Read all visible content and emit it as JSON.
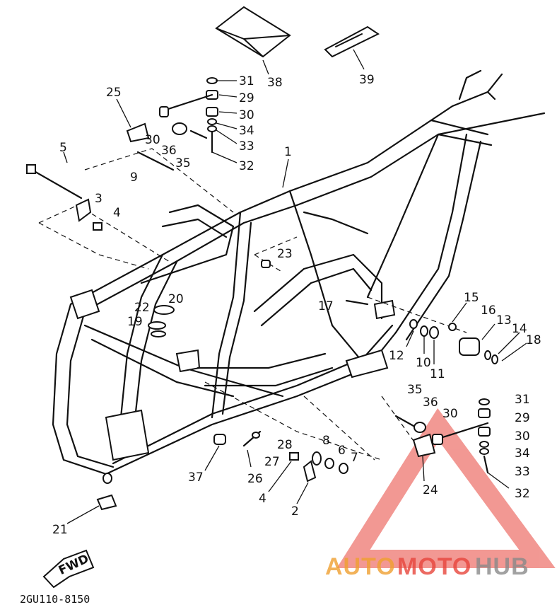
{
  "diagram": {
    "callouts": [
      "1",
      "2",
      "3",
      "4",
      "5",
      "6",
      "7",
      "8",
      "9",
      "10",
      "11",
      "12",
      "13",
      "14",
      "15",
      "16",
      "17",
      "18",
      "19",
      "20",
      "21",
      "22",
      "23",
      "24",
      "25",
      "26",
      "27",
      "28",
      "29",
      "30",
      "31",
      "32",
      "33",
      "34",
      "35",
      "36",
      "37",
      "38",
      "39"
    ],
    "fwd_label": "FWD",
    "drawing_code": "2GU110-8150"
  },
  "watermark": {
    "text_part1": "AUTO",
    "text_part2": "MOTO",
    "text_part3": "HUB",
    "color_red": "#e8453c",
    "color_orange": "#f0a030",
    "color_gray": "#8a8a8a"
  }
}
